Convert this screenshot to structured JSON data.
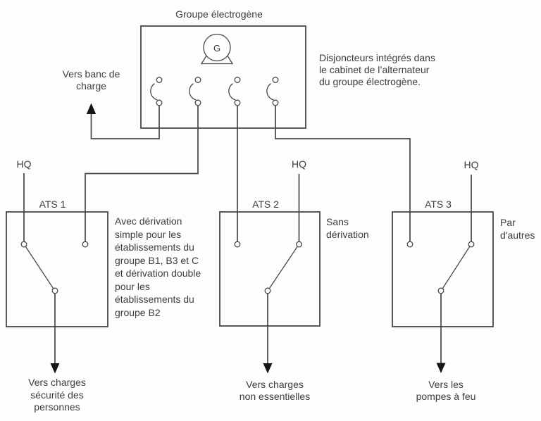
{
  "title": "Groupe électrogène",
  "generator": {
    "symbol": "G"
  },
  "notes": {
    "breakers": "Disjoncteurs intégrés dans\nle cabinet de l’alternateur\ndu groupe électrogène.",
    "load_bank": "Vers banc de\ncharge"
  },
  "ats_units": [
    {
      "name": "ATS 1",
      "source": "HQ",
      "annotation": "Avec dérivation\nsimple pour les\nétablissements du\ngroupe B1, B3 et C\net dérivation double\npour les\nétablissements du\ngroupe B2",
      "output": "Vers charges\nsécurité des\npersonnes"
    },
    {
      "name": "ATS 2",
      "source": "HQ",
      "annotation": "Sans\ndérivation",
      "output": "Vers charges\nnon essentielles"
    },
    {
      "name": "ATS 3",
      "source": "HQ",
      "annotation": "Par\nd'autres",
      "output": "Vers les\npompes à feu"
    }
  ],
  "colors": {
    "line": "#474747",
    "text": "#3d3d3d",
    "arrow": "#161616",
    "background": "#fdfdfd"
  }
}
